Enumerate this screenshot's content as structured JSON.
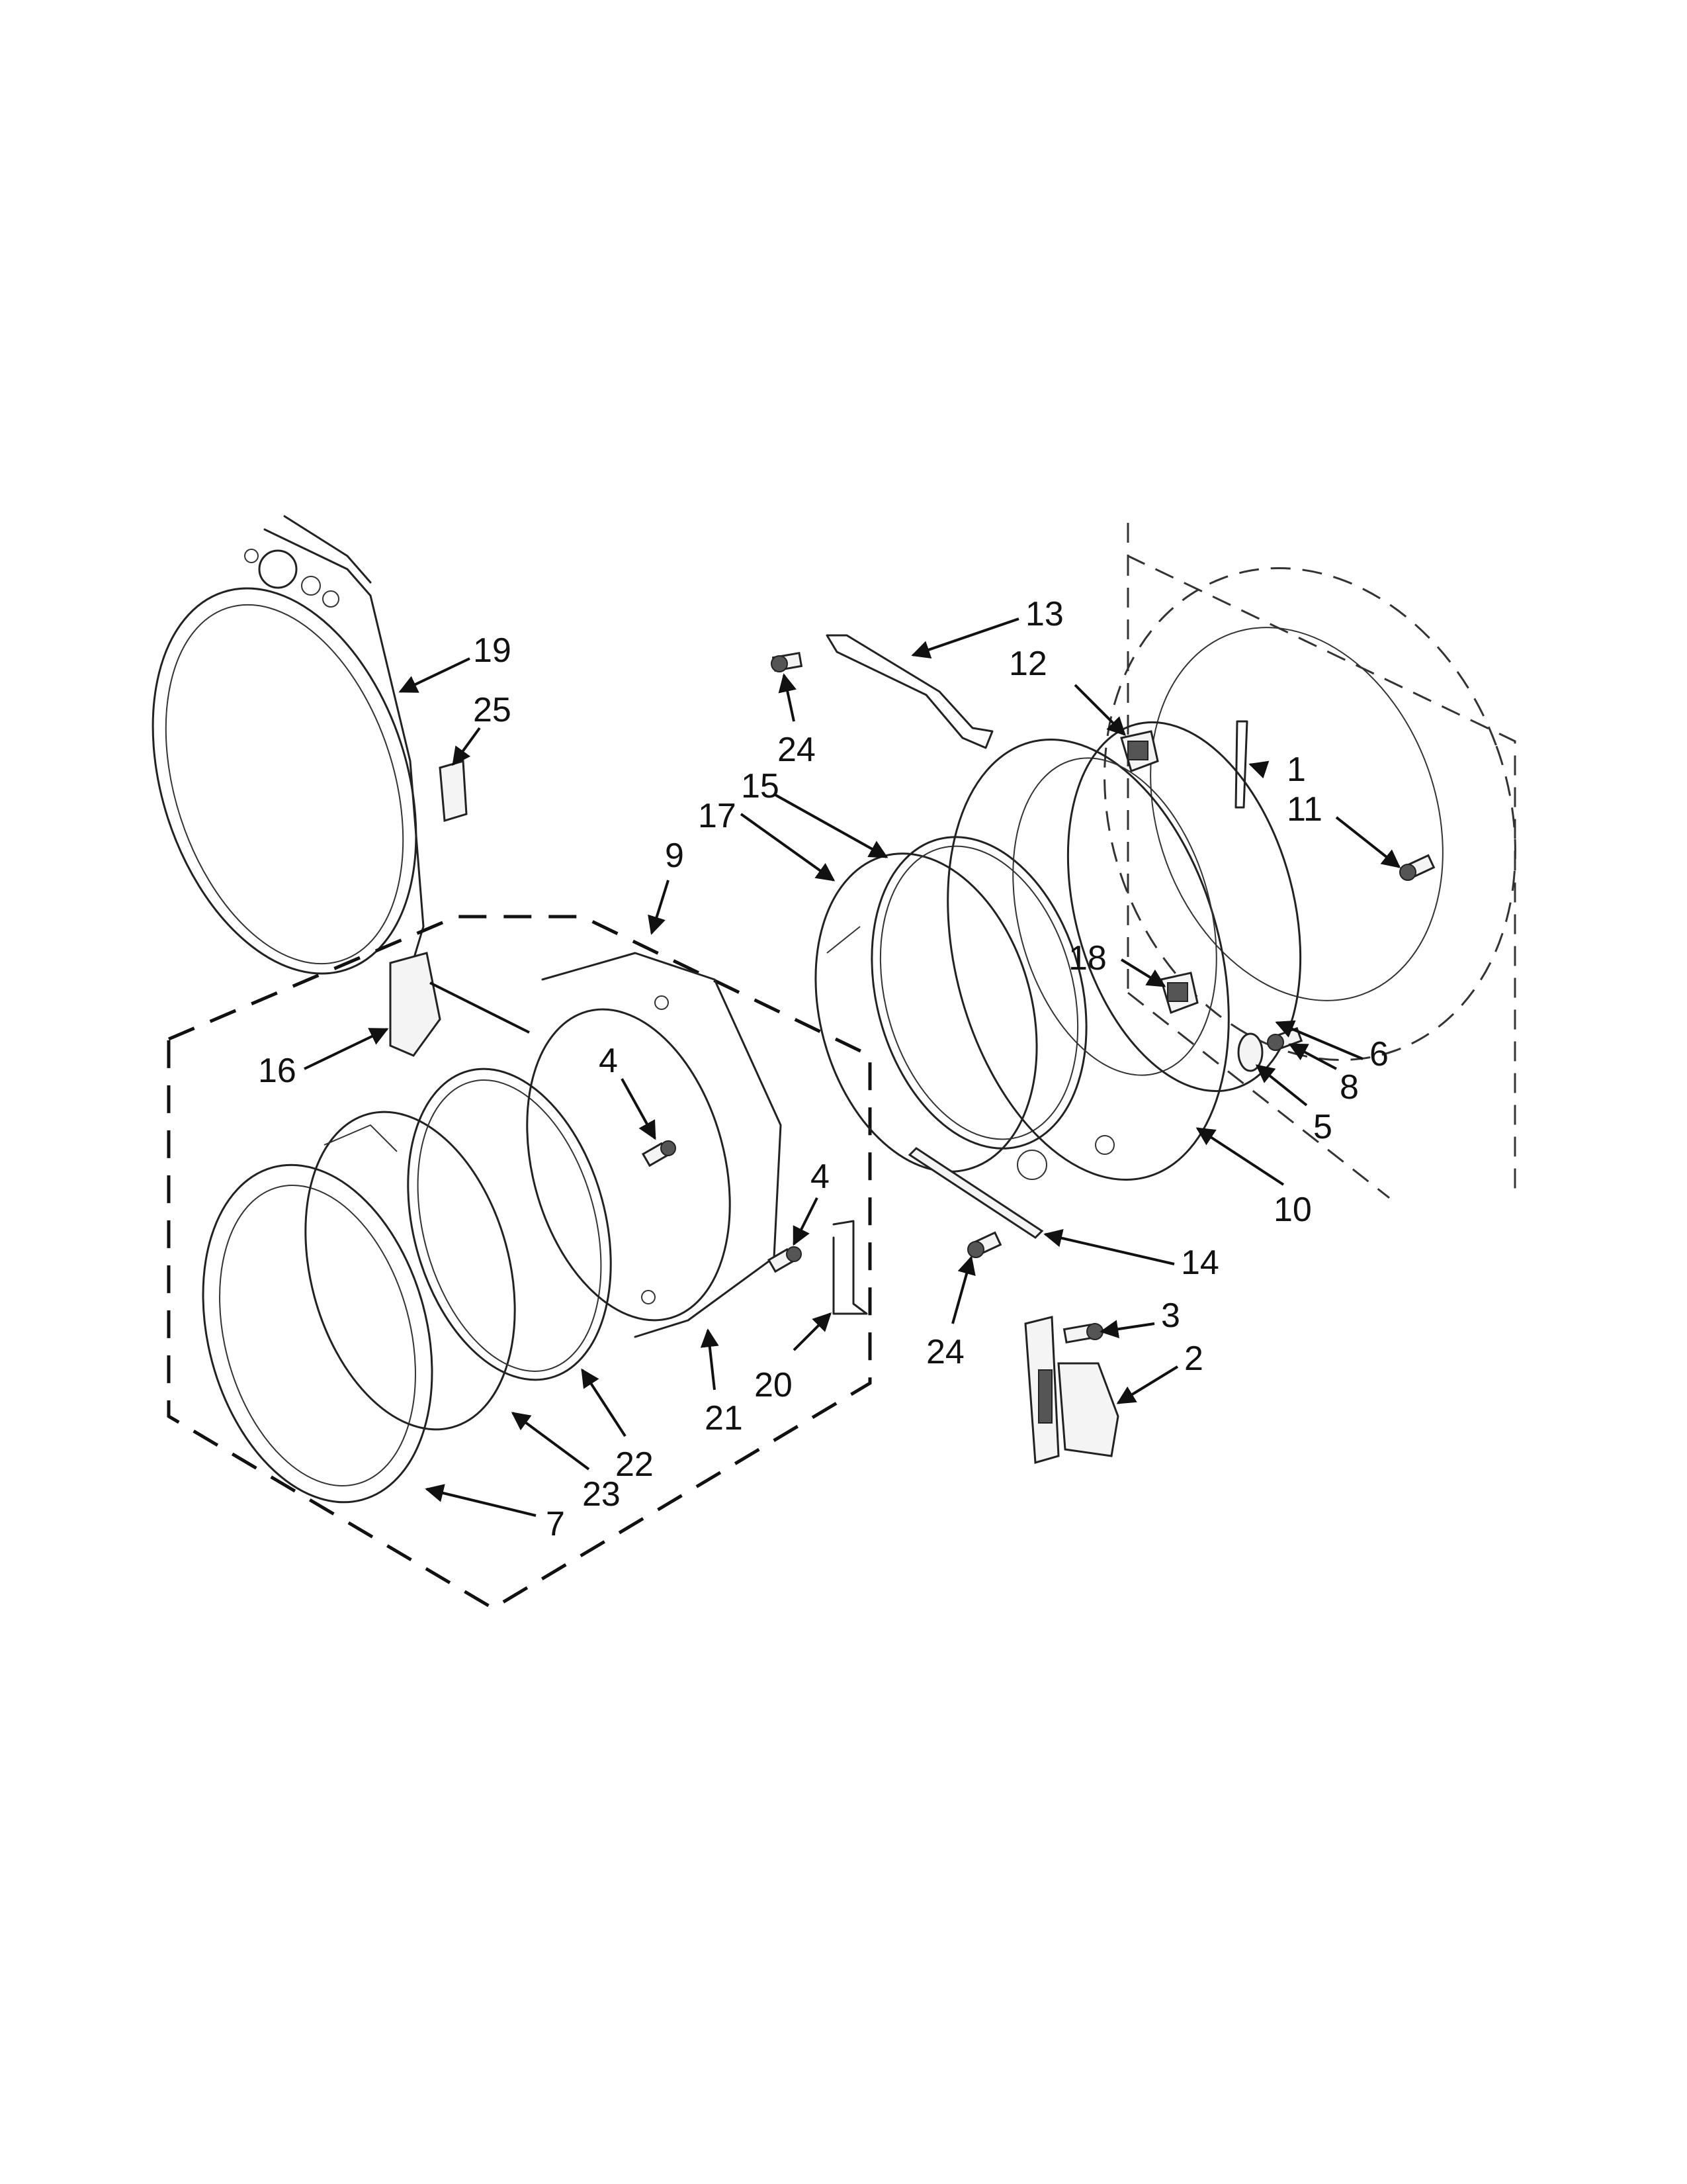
{
  "diagram": {
    "callouts": [
      {
        "id": "c1",
        "label": "1"
      },
      {
        "id": "c2",
        "label": "2"
      },
      {
        "id": "c3",
        "label": "3"
      },
      {
        "id": "c4a",
        "label": "4"
      },
      {
        "id": "c4b",
        "label": "4"
      },
      {
        "id": "c5",
        "label": "5"
      },
      {
        "id": "c6",
        "label": "6"
      },
      {
        "id": "c7",
        "label": "7"
      },
      {
        "id": "c8",
        "label": "8"
      },
      {
        "id": "c9",
        "label": "9"
      },
      {
        "id": "c10",
        "label": "10"
      },
      {
        "id": "c11",
        "label": "11"
      },
      {
        "id": "c12",
        "label": "12"
      },
      {
        "id": "c13",
        "label": "13"
      },
      {
        "id": "c14",
        "label": "14"
      },
      {
        "id": "c15",
        "label": "15"
      },
      {
        "id": "c16",
        "label": "16"
      },
      {
        "id": "c17",
        "label": "17"
      },
      {
        "id": "c18",
        "label": "18"
      },
      {
        "id": "c19",
        "label": "19"
      },
      {
        "id": "c20",
        "label": "20"
      },
      {
        "id": "c21",
        "label": "21"
      },
      {
        "id": "c22",
        "label": "22"
      },
      {
        "id": "c23",
        "label": "23"
      },
      {
        "id": "c24a",
        "label": "24"
      },
      {
        "id": "c24b",
        "label": "24"
      },
      {
        "id": "c25",
        "label": "25"
      }
    ],
    "colors": {
      "line": "#222222",
      "background": "#ffffff"
    }
  }
}
